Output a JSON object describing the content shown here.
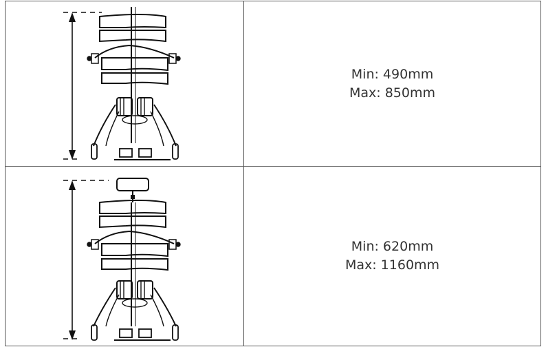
{
  "table": {
    "rows": [
      {
        "image_icon": "seat-height-without-headrest-diagram",
        "min_label": "Min: 490mm",
        "max_label": "Max: 850mm"
      },
      {
        "image_icon": "seat-height-with-headrest-diagram",
        "min_label": "Min: 620mm",
        "max_label": "Max: 1160mm"
      }
    ]
  }
}
